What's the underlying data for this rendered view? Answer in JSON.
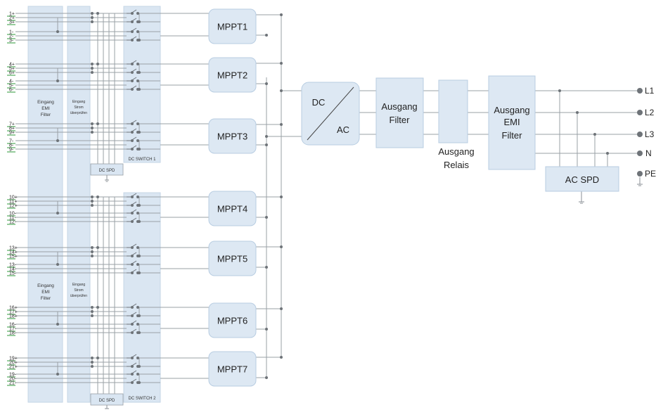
{
  "colors": {
    "block_fill": "#dde8f3",
    "block_stroke": "#b8cde2",
    "panel_fill": "#dae6f2",
    "wire": "#9aa0a6",
    "wire_dark": "#8a8f94",
    "dot": "#6e7378",
    "terminal_tick": "#2e9a3a",
    "label_text": "#222222",
    "small_text": "#333333"
  },
  "inputs": {
    "group1": {
      "plus": [
        "1+",
        "2+",
        "3+"
      ],
      "minus": [
        "1-",
        "2-",
        "3-"
      ]
    },
    "group2": {
      "plus": [
        "4+",
        "5+",
        "6+"
      ],
      "minus": [
        "4-",
        "5-",
        "6-"
      ]
    },
    "group3": {
      "plus": [
        "7+",
        "8+",
        "9+"
      ],
      "minus": [
        "7-",
        "8-",
        "9-"
      ]
    },
    "group4": {
      "plus": [
        "10+",
        "11+",
        "12+"
      ],
      "minus": [
        "10-",
        "11-",
        "12-"
      ]
    },
    "group5": {
      "plus": [
        "13+",
        "14+",
        "15+"
      ],
      "minus": [
        "13-",
        "14-",
        "15-"
      ]
    },
    "group6": {
      "plus": [
        "16+",
        "17+",
        "18+"
      ],
      "minus": [
        "16-",
        "17-",
        "18-"
      ]
    },
    "group7": {
      "plus": [
        "19+",
        "20+",
        "21+"
      ],
      "minus": [
        "19-",
        "20-",
        "21-"
      ]
    }
  },
  "emi_filter_top": [
    "Eingang",
    "EMI",
    "Filter"
  ],
  "emi_filter_bottom": [
    "Eingang",
    "EMI",
    "Filter"
  ],
  "current_check_top": [
    "Eingang",
    "Strom",
    "überprüfen"
  ],
  "current_check_bottom": [
    "Eingang",
    "Strom",
    "überprüfen"
  ],
  "dc_spd_top": "DC SPD",
  "dc_spd_bottom": "DC SPD",
  "dc_switch_1": "DC SWITCH 1",
  "dc_switch_2": "DC SWITCH 2",
  "mppt": [
    "MPPT1",
    "MPPT2",
    "MPPT3",
    "MPPT4",
    "MPPT5",
    "MPPT6",
    "MPPT7"
  ],
  "inverter": {
    "dc": "DC",
    "ac": "AC"
  },
  "output_filter": [
    "Ausgang",
    "Filter"
  ],
  "output_relay": [
    "Ausgang",
    "Relais"
  ],
  "output_emi_filter": [
    "Ausgang",
    "EMI",
    "Filter"
  ],
  "ac_spd": "AC SPD",
  "outputs": [
    "L1",
    "L2",
    "L3",
    "N",
    "PE"
  ]
}
